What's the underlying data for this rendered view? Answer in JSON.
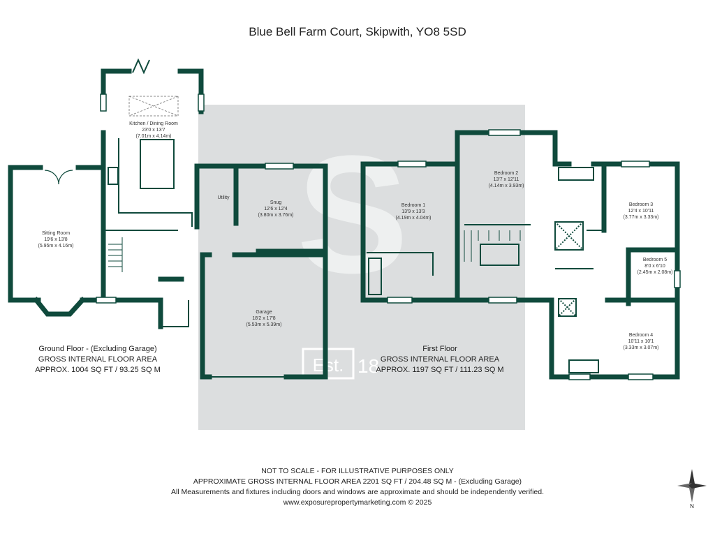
{
  "title": "Blue Bell Farm Court, Skipwith, YO8 5SD",
  "watermark": {
    "letter": "S",
    "est_text": "Est.",
    "year_partial": "18"
  },
  "rooms": {
    "kitchen": {
      "name": "Kitchen / Dining Room",
      "imperial": "23'0 x 13'7",
      "metric": "(7.01m x 4.14m)"
    },
    "sitting": {
      "name": "Sitting Room",
      "imperial": "19'6 x 13'8",
      "metric": "(5.95m x 4.16m)"
    },
    "utility": {
      "name": "Utility"
    },
    "snug": {
      "name": "Snug",
      "imperial": "12'6 x 12'4",
      "metric": "(3.80m x 3.76m)"
    },
    "garage": {
      "name": "Garage",
      "imperial": "18'2 x 17'8",
      "metric": "(5.53m x 5.39m)"
    },
    "bedroom1": {
      "name": "Bedroom 1",
      "imperial": "13'9 x 13'3",
      "metric": "(4.19m x 4.04m)"
    },
    "bedroom2": {
      "name": "Bedroom 2",
      "imperial": "13'7 x 12'11",
      "metric": "(4.14m x 3.93m)"
    },
    "bedroom3": {
      "name": "Bedroom 3",
      "imperial": "12'4 x 10'11",
      "metric": "(3.77m x 3.33m)"
    },
    "bedroom4": {
      "name": "Bedroom 4",
      "imperial": "10'11 x 10'1",
      "metric": "(3.33m x 3.07m)"
    },
    "bedroom5": {
      "name": "Bedroom 5",
      "imperial": "8'0 x 6'10",
      "metric": "(2.45m x 2.08m)"
    }
  },
  "ground_floor": {
    "title": "Ground Floor - (Excluding Garage)",
    "line2": "GROSS INTERNAL FLOOR AREA",
    "line3": "APPROX. 1004 SQ FT / 93.25 SQ M"
  },
  "first_floor": {
    "title": "First Floor",
    "line2": "GROSS INTERNAL FLOOR AREA",
    "line3": "APPROX. 1197 SQ FT / 111.23 SQ M"
  },
  "footer": {
    "line1": "NOT TO SCALE - FOR ILLUSTRATIVE PURPOSES ONLY",
    "line2": "APPROXIMATE GROSS INTERNAL FLOOR AREA 2201 SQ FT / 204.48 SQ M - (Excluding Garage)",
    "line3": "All Measurements and fixtures including doors and windows are approximate and should be independently verified.",
    "line4": "www.exposurepropertymarketing.com © 2025"
  },
  "compass": {
    "north_label": "N"
  },
  "colors": {
    "wall": "#0f4a3c",
    "watermark": "#dcdedf",
    "text": "#222222"
  }
}
